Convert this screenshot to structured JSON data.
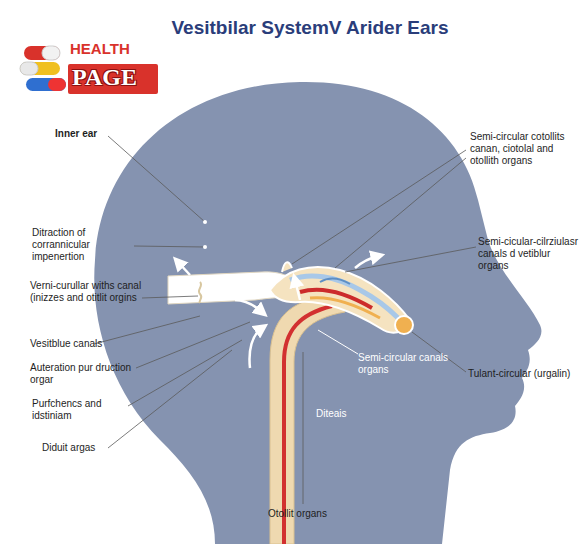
{
  "diagram": {
    "title": "Vesitbilar SystemV Arider Ears",
    "labels": [
      "HEALTH",
      "PAGE",
      "Inner ear",
      "Semi-circular cotollits canan, ciotolal and otollith organs",
      "Ditraction of corrannicular impenertion",
      "Semi-cicular-cilrziulasr canals d vetiblur organs",
      "Verni-curullar withs canal (inizzes and otitlit orgins",
      "Vesitblue canals",
      "Auteration pur druction orgar",
      "Semi-circular canals organs",
      "Tulant-circular (urgalin)",
      "Purfchencs and idstiniam",
      "Diteais",
      "Diduit argas",
      "Otollit organs"
    ]
  }
}
